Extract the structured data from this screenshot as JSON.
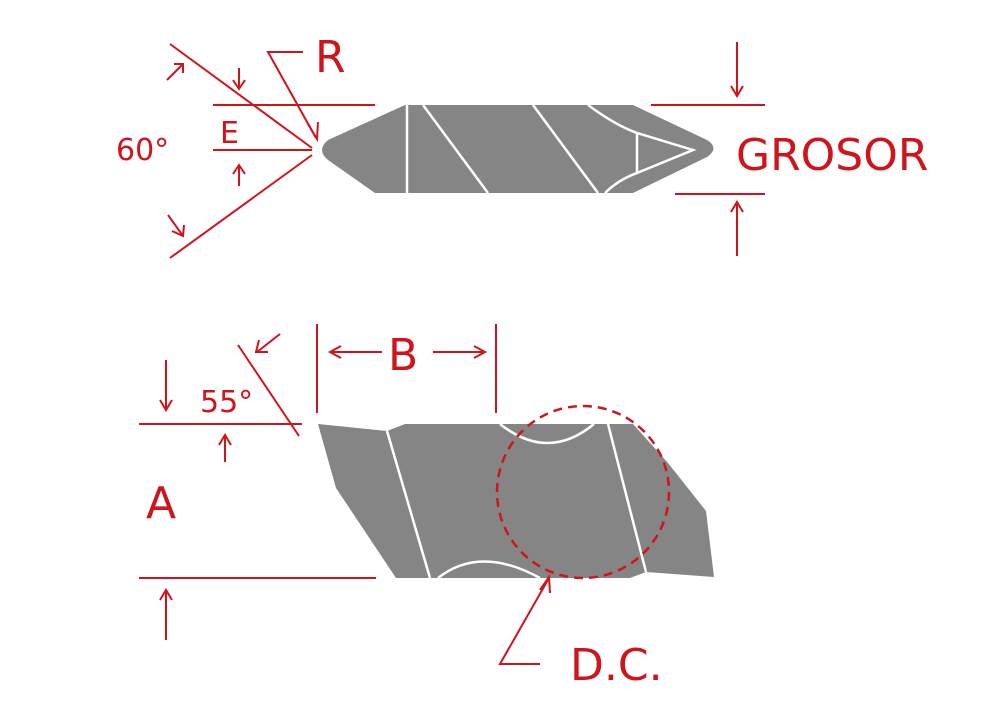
{
  "diagram": {
    "title": "Insert dimension diagram",
    "colors": {
      "accent": "#d0141c",
      "body": "#858585",
      "background": "#ffffff",
      "edge": "#ffffff"
    },
    "top_view": {
      "labels": {
        "radius": "R",
        "edge": "E",
        "angle": "60°",
        "thickness": "GROSOR"
      }
    },
    "bottom_view": {
      "labels": {
        "angle": "55°",
        "width_b": "B",
        "height_a": "A",
        "diameter": "D.C."
      }
    }
  }
}
